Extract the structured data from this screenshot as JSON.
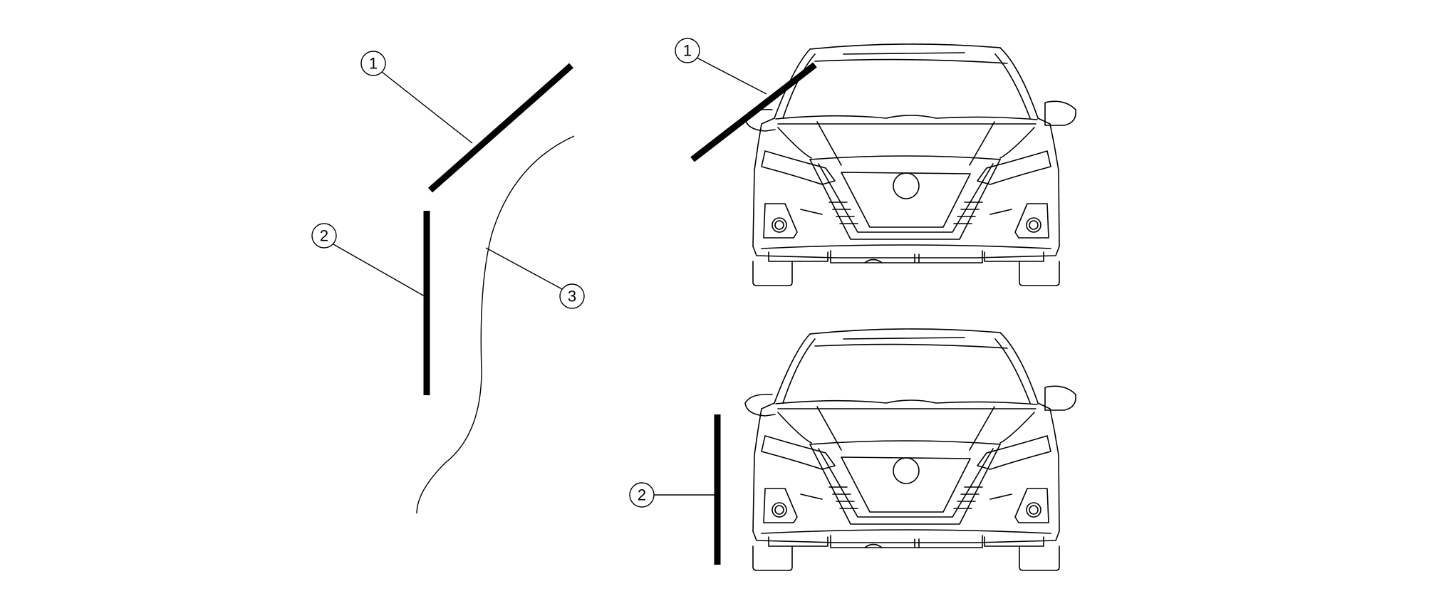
{
  "diagram": {
    "callouts": {
      "left_part_1": "1",
      "left_part_2": "2",
      "left_part_3": "3",
      "top_car_part_1": "1",
      "bottom_car_part_2": "2"
    },
    "colors": {
      "line": "#000000",
      "background": "#ffffff"
    }
  }
}
